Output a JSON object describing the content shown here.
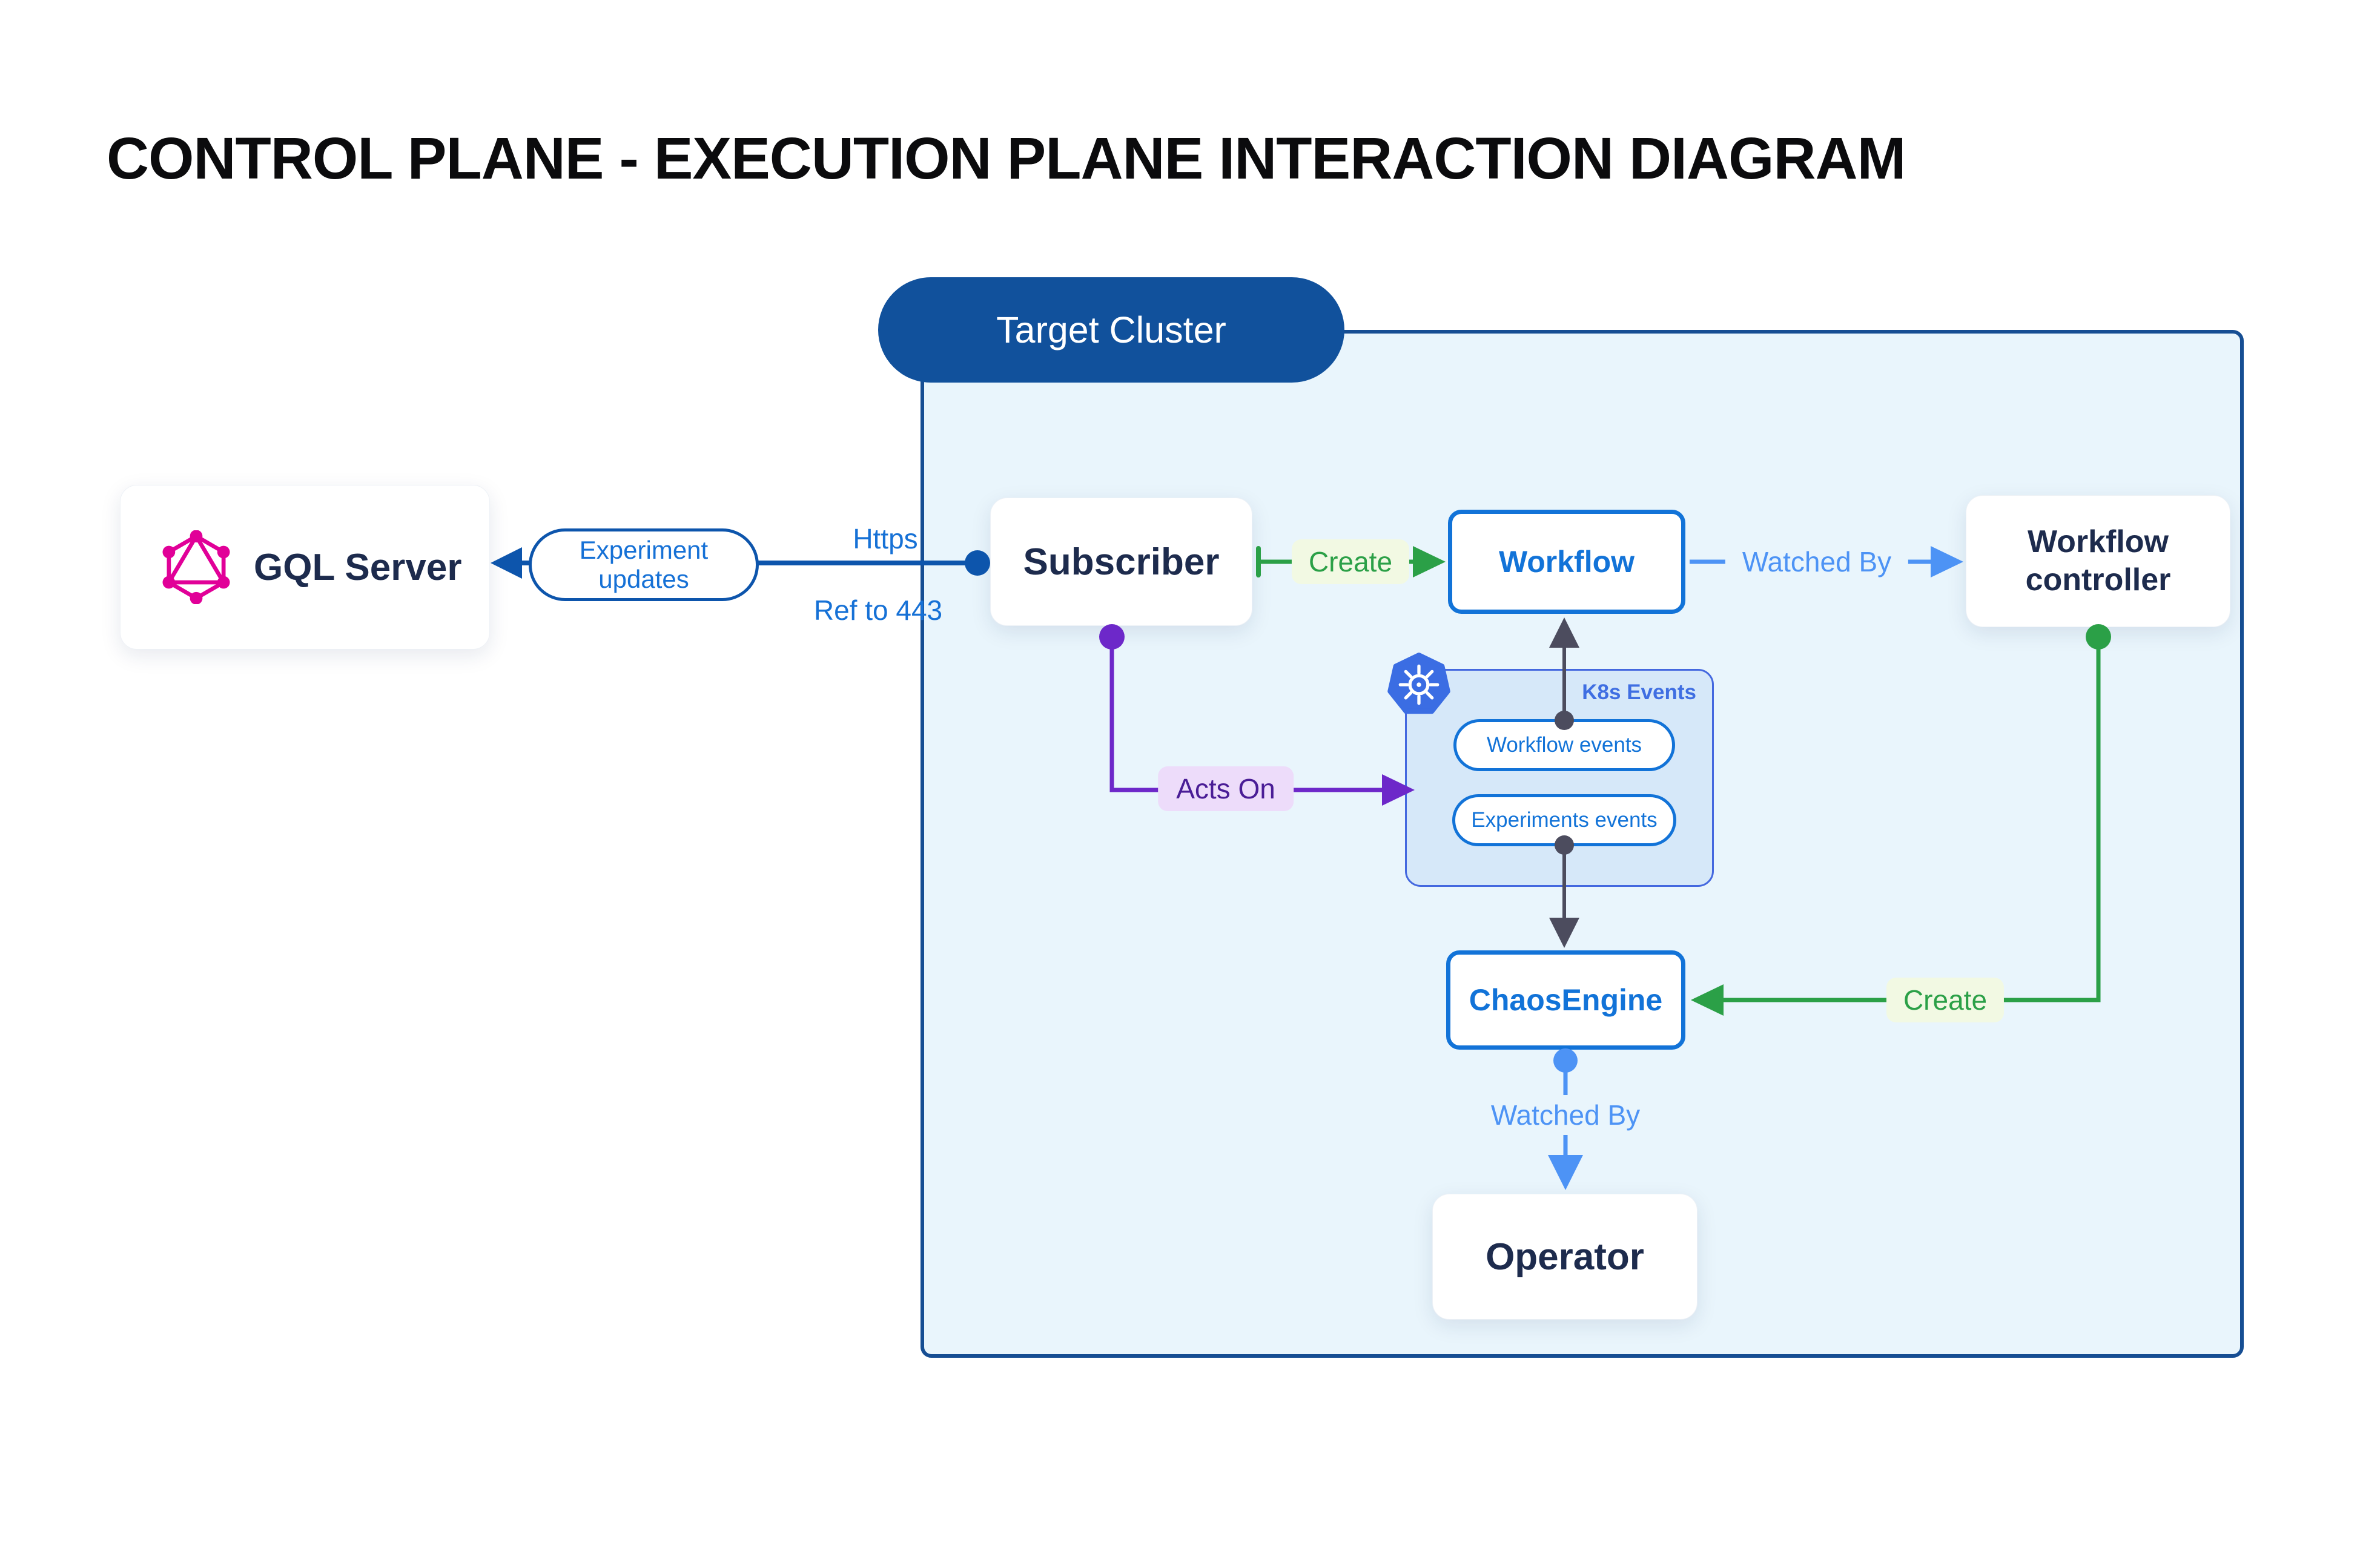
{
  "title": "CONTROL PLANE - EXECUTION PLANE INTERACTION DIAGRAM",
  "cluster": {
    "label": "Target Cluster"
  },
  "nodes": {
    "gql_server": {
      "label": "GQL Server",
      "icon": "graphql-icon"
    },
    "subscriber": {
      "label": "Subscriber"
    },
    "workflow": {
      "label": "Workflow"
    },
    "workflow_controller": {
      "label": "Workflow controller"
    },
    "k8s_events": {
      "label": "K8s Events",
      "icon": "kubernetes-icon",
      "pills": [
        "Workflow events",
        "Experiments events"
      ]
    },
    "chaos_engine": {
      "label": "ChaosEngine"
    },
    "operator": {
      "label": "Operator"
    }
  },
  "edges": {
    "experiment_updates": {
      "label": "Experiment updates"
    },
    "https": {
      "label": "Https"
    },
    "ref_443": {
      "label": "Ref to 443"
    },
    "create_workflow": {
      "label": "Create"
    },
    "watched_by_controller": {
      "label": "Watched By"
    },
    "acts_on": {
      "label": "Acts On"
    },
    "create_chaos": {
      "label": "Create"
    },
    "watched_by_operator": {
      "label": "Watched By"
    }
  },
  "colors": {
    "navy": "#1D2B4D",
    "blue": "#1273D8",
    "blue_line": "#0D55AC",
    "blue_link": "#1671D6",
    "blue_light": "#4D93F5",
    "green": "#2BA047",
    "green_bg": "#F2F9E3",
    "purple": "#6D28C9",
    "purple_text": "#4A1D96",
    "purple_bg": "#EDDCFA",
    "cluster_bg": "#E9F5FC",
    "cluster_border": "#164E93",
    "pill_dark_bg": "#11519C",
    "k8s_bg": "#D6E8F9",
    "k8s_border": "#4468DF",
    "k8s_label": "#3F6EE2",
    "gray": "#4C4C5E",
    "pink": "#E10098"
  }
}
